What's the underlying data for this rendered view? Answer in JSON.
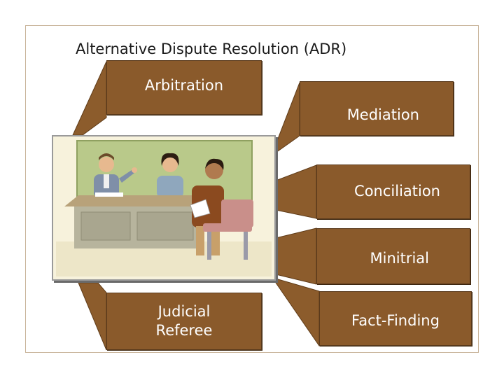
{
  "title": "Alternative Dispute Resolution (ADR)",
  "methods": {
    "arbitration": "Arbitration",
    "mediation": "Mediation",
    "conciliation": "Conciliation",
    "minitrial": "Minitrial",
    "judicial_referee": [
      "Judicial",
      "Referee"
    ],
    "fact_finding": "Fact-Finding"
  },
  "colors": {
    "box_fill": "#8a5a2b",
    "ray_fill": "#8c5c2c",
    "frame_border": "#c8b49a"
  },
  "illustration": "meeting-clipart"
}
